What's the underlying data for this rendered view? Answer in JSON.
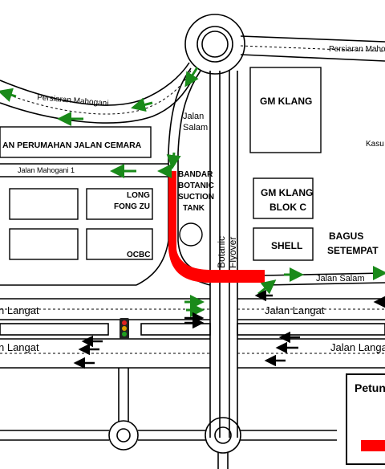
{
  "roads": {
    "persiaran_mahogani_top": "Persiaran Mahogani",
    "persiaran_mahogani_left": "Persiaran Mahogani",
    "jalan_salam_line1": "Jalan",
    "jalan_salam_line2": "Salam",
    "jalan_salam_right": "Jalan Salam",
    "jalan_mahogani_1": "Jalan Mahogani 1",
    "jalan_langat_upper_left": "n Langat",
    "jalan_langat_upper_right": "Jalan Langat",
    "jalan_langat_lower_left": "n Langat",
    "jalan_langat_lower_right": "Jalan Langat",
    "botanic_flyover_line1": "Botanic",
    "botanic_flyover_line2": "Flyover",
    "kasu": "Kasu"
  },
  "buildings": {
    "perumahan": "AN PERUMAHAN JALAN CEMARA",
    "gm_klang": "GM KLANG",
    "gm_klang_blok_c_line1": "GM KLANG",
    "gm_klang_blok_c_line2": "BLOK C",
    "shell": "SHELL",
    "bagus_line1": "BAGUS",
    "bagus_line2": "SETEMPAT",
    "long_fong_line1": "LONG",
    "long_fong_line2": "FONG ZU",
    "ocbc": "OCBC",
    "bandar_line1": "BANDAR",
    "bandar_line2": "BOTANIC",
    "bandar_line3": "SUCTION",
    "bandar_line4": "TANK"
  },
  "legend": {
    "title": "Petun"
  },
  "colors": {
    "closure_red": "#ff0000",
    "detour_green": "#1a8a1a",
    "traffic_black": "#000000",
    "traffic_light_red": "#e02020",
    "traffic_light_amber": "#e0a000",
    "traffic_light_green": "#20a020"
  },
  "icons": {
    "traffic_light": "traffic-light-icon",
    "legend_black_arrow": "arrow-right-icon",
    "legend_green_arrow": "arrow-right-icon",
    "legend_red_bar": "closure-bar-icon"
  }
}
